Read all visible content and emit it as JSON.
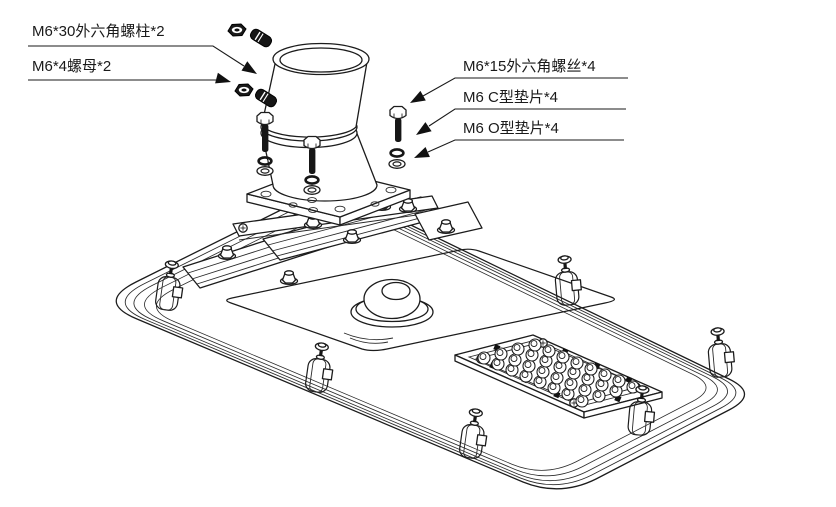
{
  "diagram": {
    "kind": "exploded-assembly-drawing",
    "subject": "LED street light body with pole-mount cylinder and fasteners",
    "background_color": "#ffffff",
    "line_color": "#1c1c1c",
    "callouts": [
      {
        "label": "M6*30外六角螺柱*2",
        "part": "hex-stud",
        "quantity": 2,
        "side": "left"
      },
      {
        "label": "M6*4螺母*2",
        "part": "hex-nut",
        "quantity": 2,
        "side": "left"
      },
      {
        "label": "M6*15外六角螺丝*4",
        "part": "hex-screw",
        "quantity": 4,
        "side": "right"
      },
      {
        "label": "M6 C型垫片*4",
        "part": "c-washer",
        "quantity": 4,
        "side": "right"
      },
      {
        "label": "M6 O型垫片*4",
        "part": "o-washer",
        "quantity": 4,
        "side": "right"
      }
    ],
    "parts": [
      "pole-mount-cylinder",
      "mounting-flange-plate",
      "mounting-bracket-rails",
      "lamp-body",
      "photocell-dome",
      "led-lens-panel",
      "cable-clips"
    ]
  }
}
